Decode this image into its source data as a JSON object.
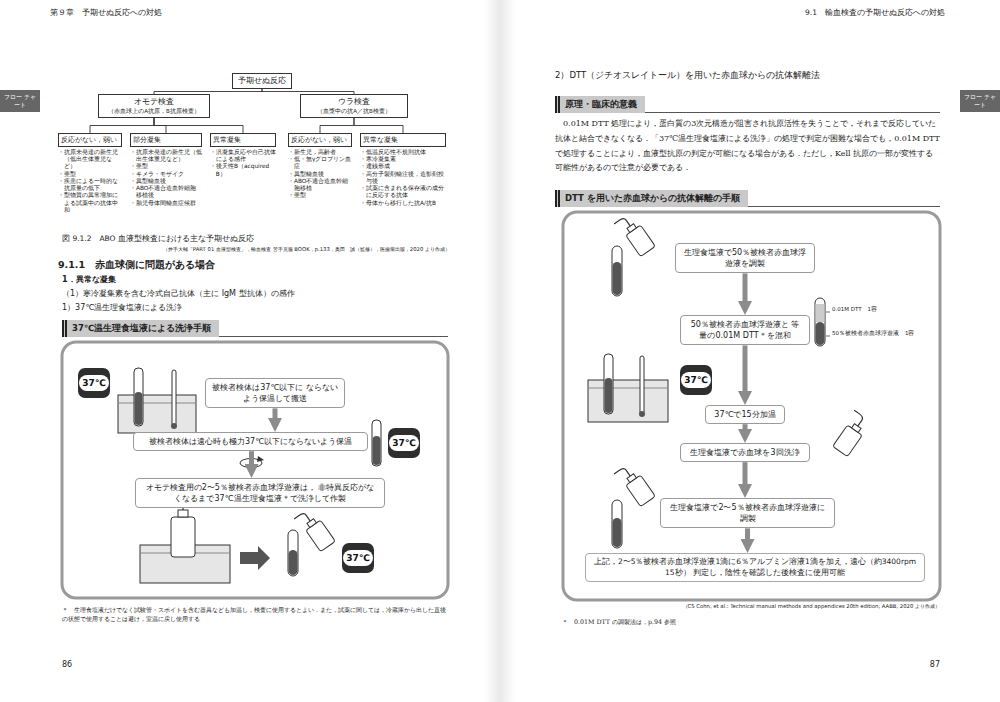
{
  "diagram": {
    "caption": "図 9.1.2　ABO 血液型検査における主な予期せぬ反応",
    "nodes": [
      {
        "text": [
          "予期せぬ反応"
        ]
      },
      {
        "text": [
          "オモテ検査",
          "（赤血球上のA抗原，B抗原検査）"
        ]
      },
      {
        "text": [
          "ウラ検査",
          "（血漿中の抗A／抗B検査）"
        ]
      },
      {
        "text": [
          "反応がない，弱い",
          "・抗原未発達の新生児（低出生体重児など）",
          "・亜型",
          "・疾患による一時的な抗原量の低下",
          "・型物質の異常増加による試薬中の抗体中和"
        ]
      },
      {
        "text": [
          "部分凝集",
          "・抗原未発達の新生児（低出生体重児など）",
          "・亜型",
          "・キメラ・モザイク",
          "・異型輸血後",
          "・ABO不適合造血幹細胞移植後",
          "・胎児母体間輸血症候群"
        ]
      },
      {
        "text": [
          "異常凝集",
          "・汎凝集反応や自己抗体による感作",
          "・後天性B（acquired B）"
        ]
      },
      {
        "text": [
          "反応がない，弱い",
          "・新生児，高齢者",
          "・低・無γグロブリン血症",
          "・異型輸血後",
          "・ABO不適合造血幹細胞移植",
          "・亜型"
        ]
      },
      {
        "text": [
          "異常な凝集",
          "・低温反応性不規則抗体",
          "・寒冷凝集素",
          "・連銭形成",
          "・高分子製剤輸注後，造影剤投与後",
          "・試薬に含まれる保存液の成分に反応する抗体",
          "・母体から移行した抗A/抗B"
        ]
      },
      {
        "text": [
          "37℃温生理食塩液による洗浄手順"
        ]
      },
      {
        "text": [
          "37℃"
        ]
      },
      {
        "text": [
          "被検者検体は37℃以下に ならないよう保温して搬送"
        ]
      },
      {
        "text": [
          "被検者検体は遠心時も極力37℃以下にならないよう保温"
        ]
      },
      {
        "text": [
          "37℃"
        ]
      },
      {
        "text": [
          "オモテ検査用の2〜5％被検者赤血球浮遊液は， 非特異反応がなくなるまで37℃温生理食塩液＊で洗浄して作製"
        ]
      },
      {
        "text": [
          "37℃"
        ]
      },
      {
        "text": [
          "原理・臨床的意義"
        ]
      },
      {
        "text": [
          "DTT を用いた赤血球からの抗体解離の手順"
        ]
      },
      {
        "text": [
          "生理食塩液で50％被検者赤血球浮遊液を調製"
        ]
      },
      {
        "text": [
          "50％被検者赤血球浮遊液と 等量の0.01M DTT＊を混和"
        ]
      },
      {
        "text": [
          "37℃"
        ]
      },
      {
        "text": [
          "37℃で15分加温"
        ]
      },
      {
        "text": [
          "生理食塩液で赤血球を3回洗浄"
        ]
      },
      {
        "text": [
          "生理食塩液で2〜5％被検者赤血球浮遊液に調製"
        ]
      },
      {
        "text": [
          "上記，2〜5％被検者赤血球浮遊液1滴に6％アルブミン溶液1滴を加え，遠心（約3400rpm 15秒） 判定し，陰性を確認した後検査に使用可能"
        ]
      }
    ],
    "edges": [
      {
        "from": 0,
        "to": 1,
        "arrow": "none"
      },
      {
        "from": 0,
        "to": 2,
        "arrow": "none"
      },
      {
        "from": 1,
        "to": 3,
        "arrow": "none"
      },
      {
        "from": 1,
        "to": 4,
        "arrow": "none"
      },
      {
        "from": 1,
        "to": 5,
        "arrow": "none"
      },
      {
        "from": 2,
        "to": 6,
        "arrow": "none"
      },
      {
        "from": 2,
        "to": 7,
        "arrow": "none"
      },
      {
        "from": 10,
        "to": 11,
        "arrow": "to"
      },
      {
        "from": 11,
        "to": 13,
        "arrow": "to"
      },
      {
        "from": 17,
        "to": 18,
        "arrow": "to"
      },
      {
        "from": 18,
        "to": 20,
        "arrow": "to"
      },
      {
        "from": 20,
        "to": 21,
        "arrow": "to"
      },
      {
        "from": 21,
        "to": 22,
        "arrow": "to"
      },
      {
        "from": 22,
        "to": 23,
        "arrow": "to"
      }
    ],
    "labels": [
      "第９章　予期せぬ反応への対処",
      "フロー チャート",
      "（井手大輔「PART 01 血液型検査」，輸血検査 苦手克服 BOOK，p.133，奥田　誠（監修），医歯薬出版，2020 より作成）",
      "9.1.1　赤血球側に問題がある場合",
      "1．異常な凝集",
      "（1）寒冷凝集素を含む冷式自己抗体（主に IgM 型抗体）の感作",
      "1）37℃温生理食塩液による洗浄",
      "＊　生理食塩液だけでなく試験管・スポイトを含む器具なども加温し，検査に使用するとよい．また，試薬に関しては，冷蔵庫から出した直後の状態で使用することは避け，室温に戻し使用する",
      "86",
      "9.1　輸血検査の予期せぬ反応への対処",
      "フロー チャート",
      "2）DTT（ジチオスレイトール）を用いた赤血球からの抗体解離法",
      "0.01M DTT 処理により，蛋白質の3次元構造が阻害され抗原活性を失うことで，それまで反応していた抗体と結合できなくなる．「37℃温生理食塩液による洗浄」の処理で判定が困難な場合でも，0.01M DTT で処理することにより，血液型抗原の判定が可能になる場合がある．ただし，Kell 抗原の一部が変性する可能性があるので注意が必要である．",
      "0.01M DTT　1容",
      "50％被検者赤血球浮遊液　1容",
      "（CS Cohn, et al.: Technical manual methods and appendices 20th edition, AABB, 2020 より作成）",
      "＊　0.01M DTT の調製法は，p.94 参照",
      "87"
    ]
  }
}
